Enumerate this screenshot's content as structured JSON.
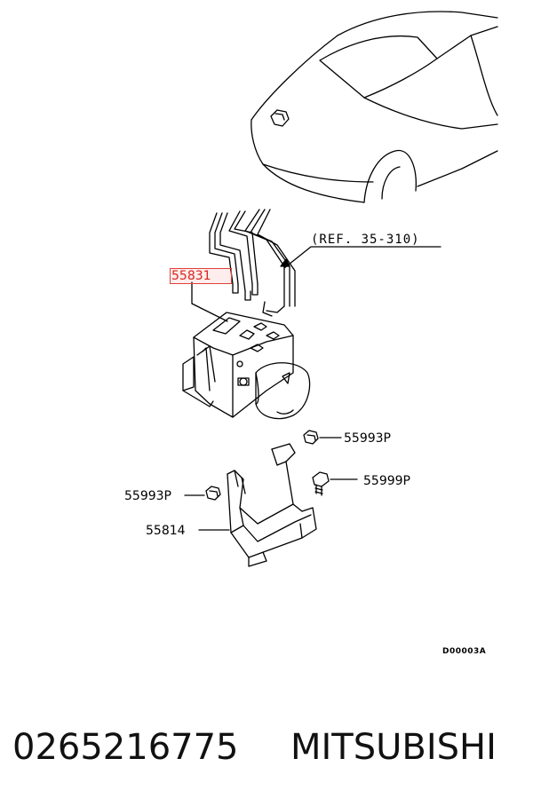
{
  "diagram": {
    "ref_label": "(REF. 35-310)",
    "highlighted_part": "55831",
    "parts": {
      "nut_top": "55993P",
      "bolt": "55999P",
      "nut_left": "55993P",
      "bracket": "55814"
    },
    "diagram_code": "D00003A",
    "highlight_color": "#e0403a"
  },
  "footer": {
    "part_number": "0265216775",
    "brand": "MITSUBISHI"
  }
}
